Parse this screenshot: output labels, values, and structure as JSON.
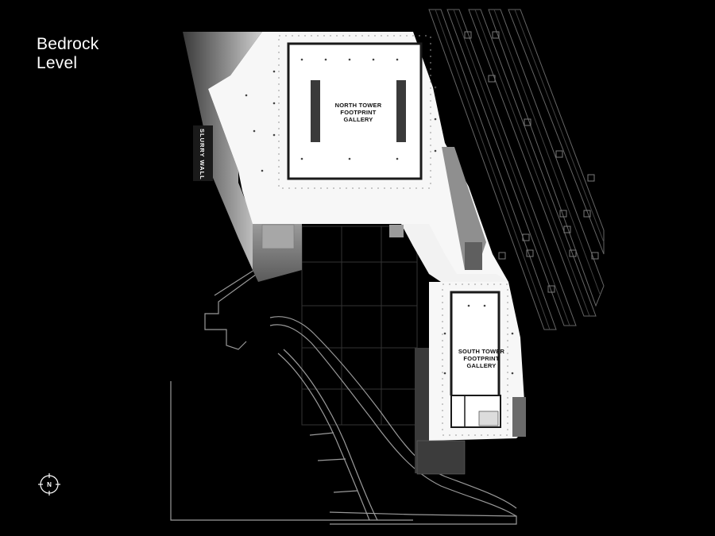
{
  "title": {
    "line1": "Bedrock",
    "line2": "Level"
  },
  "labels": {
    "slurry_wall": "SLURRY WALL",
    "north_gallery": [
      "NORTH TOWER",
      "FOOTPRINT",
      "GALLERY"
    ],
    "south_gallery": [
      "SOUTH TOWER",
      "FOOTPRINT",
      "GALLERY"
    ]
  },
  "compass": {
    "letter": "N",
    "icon": "north-arrow-icon"
  },
  "colors": {
    "background": "#000000",
    "floor": "#f7f7f7",
    "wall": "#ffffff",
    "linework": "#8a8a8a",
    "shaded": "#6e6e6e"
  }
}
